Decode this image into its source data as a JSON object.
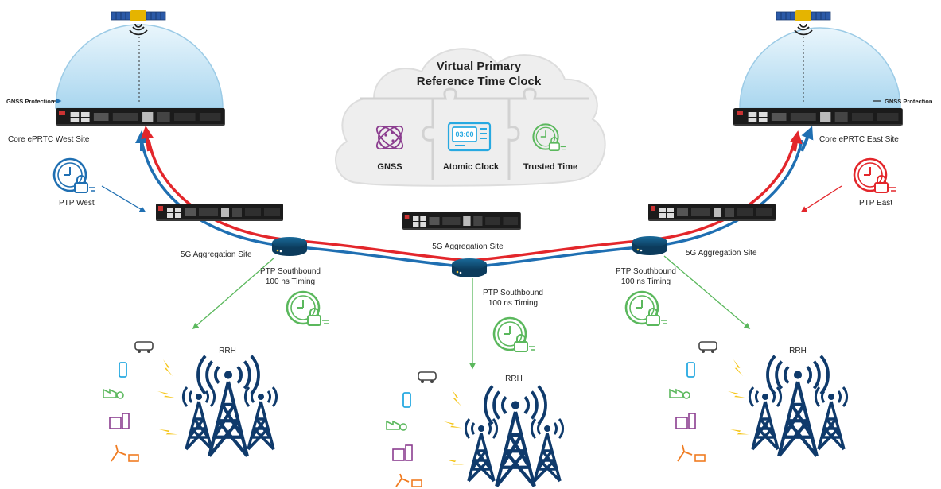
{
  "cloud": {
    "title_line1": "Virtual Primary",
    "title_line2": "Reference Time Clock",
    "pieces": [
      {
        "label": "GNSS",
        "icon": "gnss-icon"
      },
      {
        "label": "Atomic Clock",
        "icon": "atomic-clock-icon",
        "display": "03:00"
      },
      {
        "label": "Trusted Time",
        "icon": "trusted-time-icon"
      }
    ]
  },
  "west": {
    "gnss_protection": "GNSS Protection",
    "core_label": "Core ePRTC West Site",
    "ptp_label": "PTP West",
    "agg_label": "5G Aggregation Site",
    "southbound_line1": "PTP Southbound",
    "southbound_line2": "100 ns Timing",
    "rrh": "RRH"
  },
  "center": {
    "agg_label": "5G Aggregation Site",
    "southbound_line1": "PTP Southbound",
    "southbound_line2": "100 ns Timing",
    "rrh": "RRH"
  },
  "east": {
    "gnss_protection": "GNSS Protection",
    "core_label": "Core ePRTC East Site",
    "ptp_label": "PTP East",
    "agg_label": "5G Aggregation Site",
    "southbound_line1": "PTP Southbound",
    "southbound_line2": "100 ns Timing",
    "rrh": "RRH"
  },
  "colors": {
    "blue": "#1f6fb2",
    "red": "#e3262b",
    "green": "#5bb85d",
    "dark_navy": "#0f3a6b",
    "purple": "#8b3d8f",
    "orange": "#f07c22",
    "cyan": "#27a9e1"
  }
}
